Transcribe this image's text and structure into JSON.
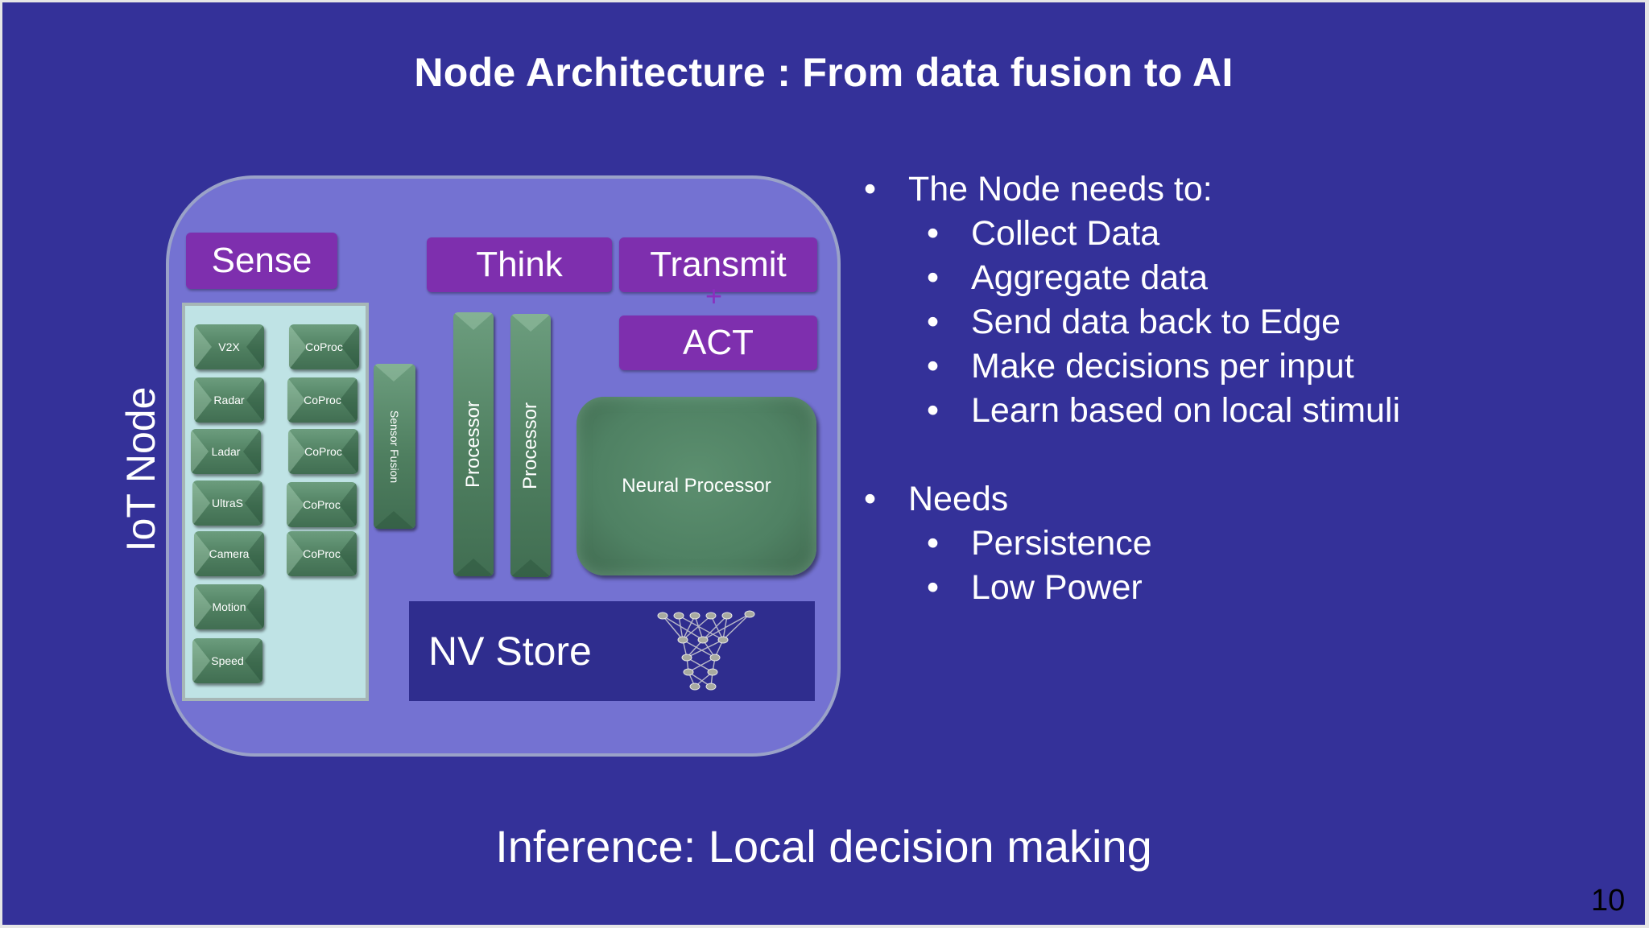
{
  "slide": {
    "title": "Node Architecture : From data fusion to AI",
    "iot_label": "IoT Node",
    "footer": "Inference: Local decision making",
    "page_number": "10"
  },
  "diagram": {
    "sense": "Sense",
    "think": "Think",
    "transmit": "Transmit",
    "plus": "+",
    "act": "ACT",
    "sensors": [
      "V2X",
      "Radar",
      "Ladar",
      "UltraS",
      "Camera",
      "Motion",
      "Speed"
    ],
    "coprocs": [
      "CoProc",
      "CoProc",
      "CoProc",
      "CoProc",
      "CoProc"
    ],
    "sensor_fusion": "Sensor Fusion",
    "processors": [
      "Processor",
      "Processor"
    ],
    "neural_processor": "Neural Processor",
    "nv_store": "NV Store"
  },
  "bullets": {
    "node_needs": "The Node needs to:",
    "node_items": [
      "Collect Data",
      "Aggregate data",
      "Send data back to Edge",
      "Make decisions per input",
      "Learn based on local stimuli"
    ],
    "needs": "Needs",
    "needs_items": [
      "Persistence",
      "Low Power"
    ],
    "bullet_char": "•"
  },
  "colors": {
    "background": "#343199",
    "node_box": "#7472d2",
    "label_purple": "#7e2fae",
    "chip_green": "#4f7f60",
    "sensor_panel": "#bfe3e5",
    "nv_store": "#2f2d8e"
  },
  "icons": {
    "nn": "neural-network-icon"
  }
}
